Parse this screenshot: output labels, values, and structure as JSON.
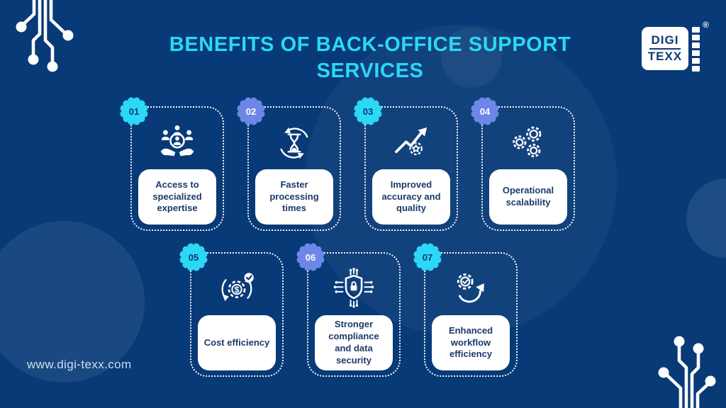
{
  "title": "BENEFITS OF BACK-OFFICE SUPPORT SERVICES",
  "brand": {
    "logo_top": "DIGI",
    "logo_bottom": "TEXX",
    "registered_mark": "®",
    "website": "www.digi-texx.com"
  },
  "colors": {
    "background": "#073a77",
    "accent_cyan": "#2bd8f5",
    "accent_periwinkle": "#6d87e9",
    "card_text_navy": "#1c3a6a",
    "card_background": "#ffffff"
  },
  "icons": {
    "card_01": "hands-people-icon",
    "card_02": "hourglass-refresh-icon",
    "card_03": "growth-arrow-star-gear-icon",
    "card_04": "three-gears-icon",
    "card_05": "cost-gear-dollar-icon",
    "card_06": "shield-lock-circuit-icon",
    "card_07": "gear-check-arrow-icon",
    "decorations": [
      "circuit-trace-top-left",
      "circuit-trace-bottom-right"
    ]
  },
  "cards": [
    {
      "number": "01",
      "label": "Access to specialized expertise",
      "badge_color": "cyan"
    },
    {
      "number": "02",
      "label": "Faster processing times",
      "badge_color": "periwinkle"
    },
    {
      "number": "03",
      "label": "Improved accuracy and quality",
      "badge_color": "cyan"
    },
    {
      "number": "04",
      "label": "Operational scalability",
      "badge_color": "periwinkle"
    },
    {
      "number": "05",
      "label": "Cost efficiency",
      "badge_color": "cyan"
    },
    {
      "number": "06",
      "label": "Stronger compliance and data security",
      "badge_color": "periwinkle"
    },
    {
      "number": "07",
      "label": "Enhanced workflow efficiency",
      "badge_color": "cyan"
    }
  ]
}
